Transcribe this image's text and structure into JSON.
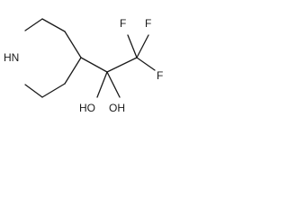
{
  "structure": {
    "atoms": {
      "nh": "HN",
      "f_top_left": "F",
      "f_top_right": "F",
      "f_right": "F",
      "oh_left": "HO",
      "oh_right": "OH"
    }
  }
}
